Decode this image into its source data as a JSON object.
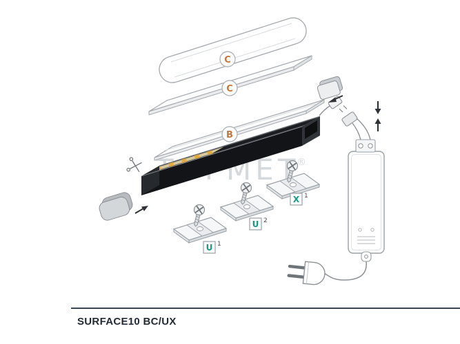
{
  "footer": {
    "title": "SURFACE10 BC/UX"
  },
  "watermark": {
    "text": "TOPMET",
    "registered": "®"
  },
  "part_labels": {
    "cover_round": "C",
    "cover_flat": "C",
    "base_plate": "B"
  },
  "mounting_labels": {
    "u1": {
      "letter": "U",
      "index": "1"
    },
    "u2": {
      "letter": "U",
      "index": "2"
    },
    "x1": {
      "letter": "X",
      "index": "1"
    }
  },
  "colors": {
    "part_label": "#c3763c",
    "mounting_label": "#159c82",
    "watermark": "#d6d9dc",
    "outline": "#9aa0a6",
    "profile_dark": "#16181b",
    "led_gold": "#e3aa3c",
    "title_text": "#232b36"
  }
}
